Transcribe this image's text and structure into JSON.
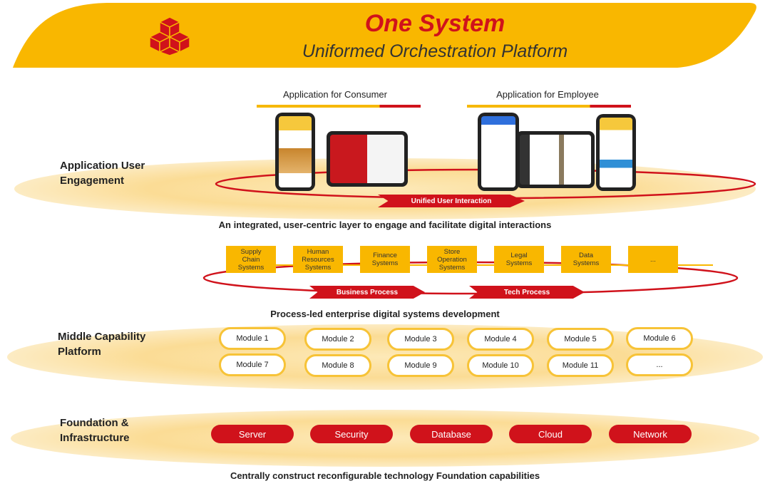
{
  "header": {
    "title": "One System",
    "subtitle": "Uniformed Orchestration Platform",
    "logo_icon": "cube-cluster-logo",
    "colors": {
      "banner": "#f9b700",
      "title": "#d0121b"
    }
  },
  "layers": {
    "application": {
      "label": "Application User\nEngagement",
      "consumer_heading": "Application for Consumer",
      "employee_heading": "Application for Employee",
      "interaction_tag": "Unified User Interaction",
      "caption": "An integrated, user-centric layer to engage and facilitate digital interactions"
    },
    "middle": {
      "label": "Middle Capability\nPlatform",
      "systems": [
        "Supply\nChain\nSystems",
        "Human\nResources\nSystems",
        "Finance\nSystems",
        "Store\nOperation\nSystems",
        "Legal\nSystems",
        "Data\nSystems",
        "..."
      ],
      "process_tags": [
        "Business Process",
        "Tech Process"
      ],
      "caption": "Process-led enterprise digital systems development",
      "modules": [
        "Module 1",
        "Module 2",
        "Module 3",
        "Module 4",
        "Module 5",
        "Module 6",
        "Module 7",
        "Module 8",
        "Module 9",
        "Module 10",
        "Module 11",
        "..."
      ]
    },
    "foundation": {
      "label": "Foundation &\nInfrastructure",
      "items": [
        "Server",
        "Security",
        "Database",
        "Cloud",
        "Network"
      ],
      "caption": "Centrally construct reconfigurable technology Foundation capabilities"
    }
  }
}
